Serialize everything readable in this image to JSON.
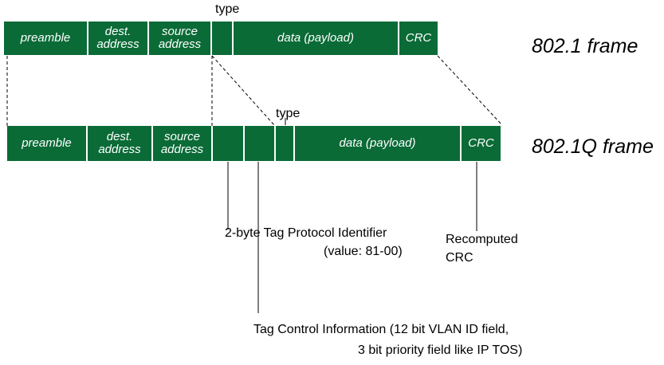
{
  "frame1": {
    "title": "802.1 frame",
    "type_label": "type",
    "fields": {
      "preamble": "preamble",
      "dest": "dest.\naddress",
      "source": "source\naddress",
      "type": "",
      "data": "data (payload)",
      "crc": "CRC"
    }
  },
  "frame2": {
    "title": "802.1Q frame",
    "type_label": "type",
    "fields": {
      "preamble": "preamble",
      "dest": "dest.\naddress",
      "source": "source\naddress",
      "tpid": "",
      "tci": "",
      "type": "",
      "data": "data (payload)",
      "crc": "CRC"
    }
  },
  "annotations": {
    "tpid_line1": "2-byte Tag Protocol Identifier",
    "tpid_line2": "(value: 81-00)",
    "tci_line1": "Tag Control Information (12 bit VLAN ID field,",
    "tci_line2": "3 bit priority field like IP TOS)",
    "crc_line1": "Recomputed",
    "crc_line2": "CRC"
  },
  "colors": {
    "field_fill": "#0a6b37",
    "field_text": "#ffffff",
    "line": "#000000"
  }
}
